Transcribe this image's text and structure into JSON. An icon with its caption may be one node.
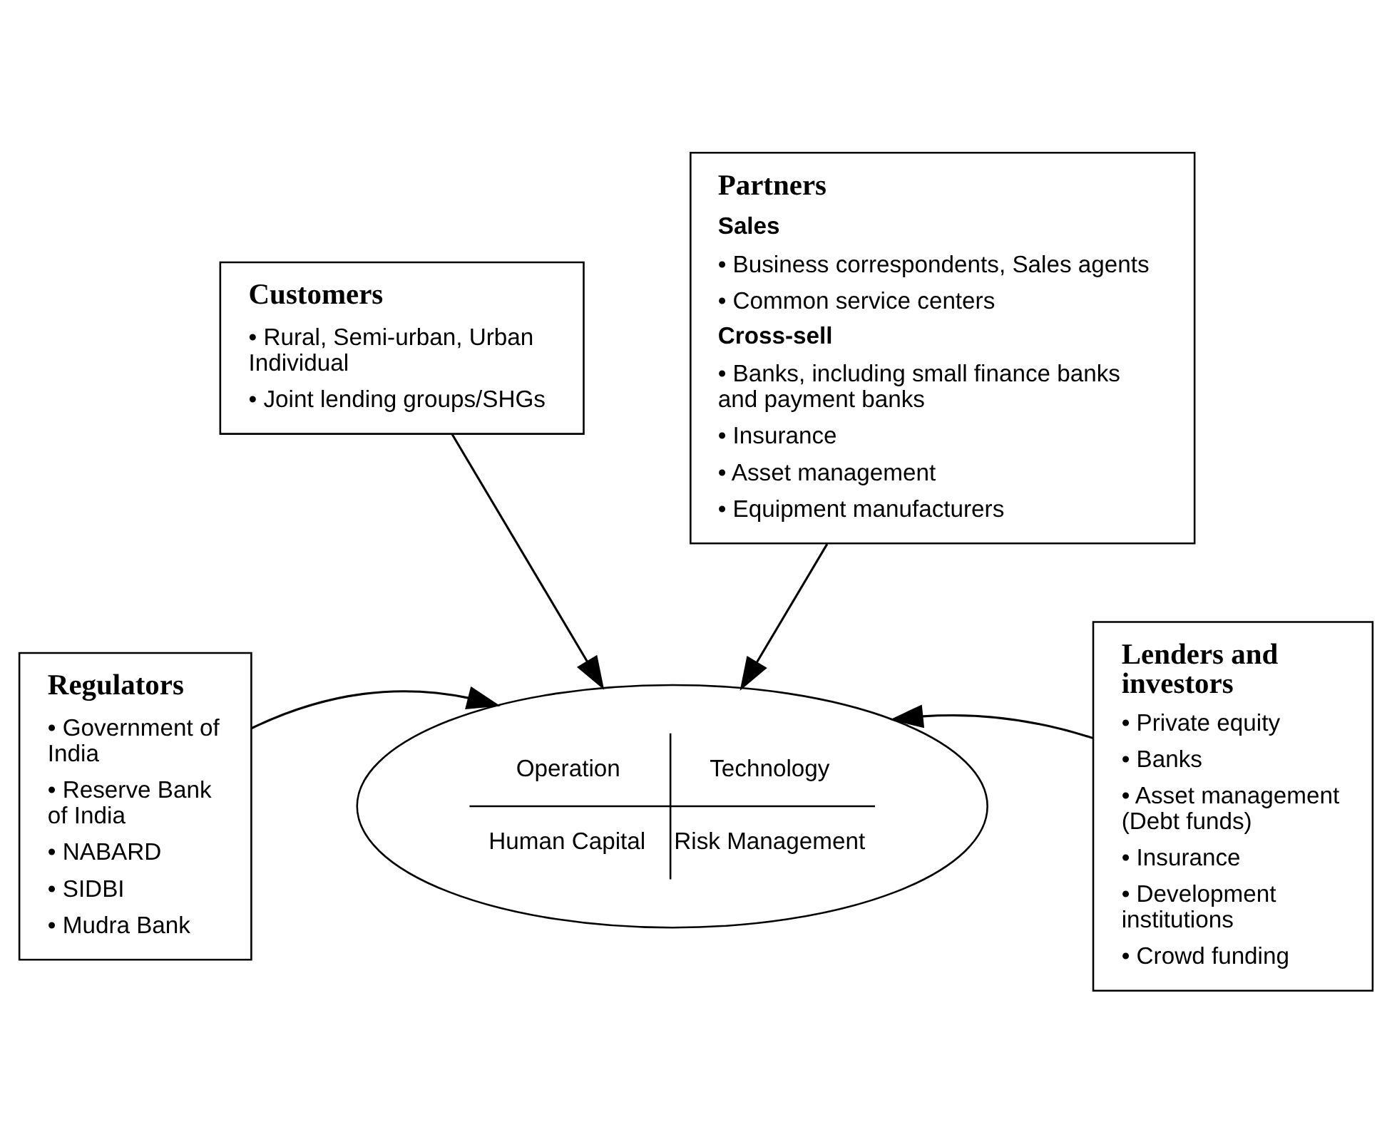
{
  "diagram": {
    "nodes": [
      {
        "text": [
          "Customers",
          "• Rural, Semi-urban, Urban Individual",
          "• Joint lending groups/SHGs"
        ]
      },
      {
        "text": [
          "Regulators",
          "• Government of India",
          "• Reserve Bank of India",
          "• NABARD",
          "• SIDBI",
          "• Mudra Bank"
        ]
      },
      {
        "text": [
          "Lenders and investors",
          "• Private equity",
          "• Banks",
          "• Asset management (Debt funds)",
          "• Insurance",
          "• Development institutions",
          "• Crowd funding"
        ]
      },
      {
        "text": [
          "Operation",
          "Technology",
          "Human Capital",
          "Risk Management"
        ]
      },
      {
        "text": [
          "Partners",
          "Sales",
          "• Business correspondents, Sales agents",
          "• Common service centers",
          "Cross-sell",
          "• Banks, including small finance banks and payment banks",
          "• Insurance",
          "• Asset management",
          "• Equipment manufacturers"
        ]
      }
    ],
    "edges": [
      {
        "from": 0,
        "to": 3,
        "arrow": "to"
      },
      {
        "from": 1,
        "to": 3,
        "arrow": "to"
      },
      {
        "from": 2,
        "to": 3,
        "arrow": "to"
      },
      {
        "from": 4,
        "to": 3,
        "arrow": "to"
      }
    ]
  }
}
